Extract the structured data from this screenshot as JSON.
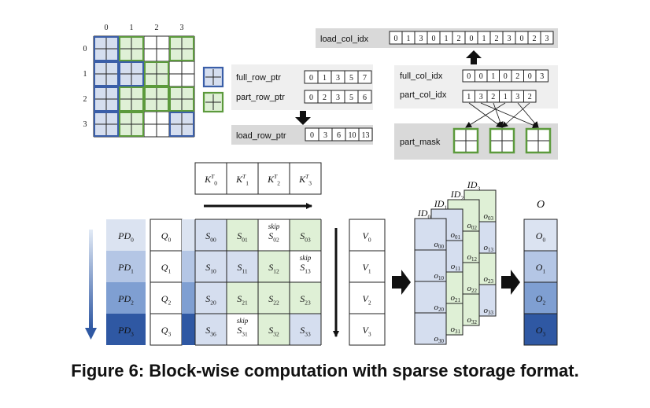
{
  "caption": "Figure 6: Block-wise computation with sparse storage format.",
  "mask_grid": {
    "col_labels": [
      "0",
      "1",
      "2",
      "3"
    ],
    "row_labels": [
      "0",
      "1",
      "2",
      "3"
    ],
    "blocks": [
      [
        "full",
        "part",
        "none",
        "part"
      ],
      [
        "full",
        "full",
        "part",
        "none"
      ],
      [
        "full",
        "part",
        "part",
        "part"
      ],
      [
        "full",
        "part",
        "none",
        "full"
      ]
    ]
  },
  "pointers": {
    "full_row_ptr": {
      "label": "full_row_ptr",
      "values": [
        "0",
        "1",
        "3",
        "5",
        "7"
      ]
    },
    "part_row_ptr": {
      "label": "part_row_ptr",
      "values": [
        "0",
        "2",
        "3",
        "5",
        "6"
      ]
    },
    "load_row_ptr": {
      "label": "load_row_ptr",
      "values": [
        "0",
        "3",
        "6",
        "10",
        "13"
      ]
    },
    "load_col_idx": {
      "label": "load_col_idx",
      "values": [
        "0",
        "1",
        "3",
        "0",
        "1",
        "2",
        "0",
        "1",
        "2",
        "3",
        "0",
        "2",
        "3"
      ]
    },
    "full_col_idx": {
      "label": "full_col_idx",
      "values": [
        "0",
        "0",
        "1",
        "0",
        "2",
        "0",
        "3"
      ]
    },
    "part_col_idx": {
      "label": "part_col_idx",
      "values": [
        "1",
        "3",
        "2",
        "1",
        "3",
        "2"
      ]
    },
    "part_mask_label": "part_mask"
  },
  "computation": {
    "kt": [
      {
        "base": "K",
        "sup": "T",
        "sub": "0"
      },
      {
        "base": "K",
        "sup": "T",
        "sub": "1"
      },
      {
        "base": "K",
        "sup": "T",
        "sub": "2"
      },
      {
        "base": "K",
        "sup": "T",
        "sub": "3"
      }
    ],
    "pd": [
      {
        "base": "PD",
        "sub": "0"
      },
      {
        "base": "PD",
        "sub": "1"
      },
      {
        "base": "PD",
        "sub": "2"
      },
      {
        "base": "PD",
        "sub": "3"
      }
    ],
    "q": [
      {
        "base": "Q",
        "sub": "0"
      },
      {
        "base": "Q",
        "sub": "1"
      },
      {
        "base": "Q",
        "sub": "2"
      },
      {
        "base": "Q",
        "sub": "3"
      }
    ],
    "s": [
      [
        {
          "base": "S",
          "sub": "00"
        },
        {
          "base": "S",
          "sub": "01"
        },
        {
          "base": "S",
          "sub": "02"
        },
        {
          "base": "S",
          "sub": "03"
        }
      ],
      [
        {
          "base": "S",
          "sub": "10"
        },
        {
          "base": "S",
          "sub": "11"
        },
        {
          "base": "S",
          "sub": "12"
        },
        {
          "base": "S",
          "sub": "13"
        }
      ],
      [
        {
          "base": "S",
          "sub": "20"
        },
        {
          "base": "S",
          "sub": "21"
        },
        {
          "base": "S",
          "sub": "22"
        },
        {
          "base": "S",
          "sub": "23"
        }
      ],
      [
        {
          "base": "S",
          "sub": "36"
        },
        {
          "base": "S",
          "sub": "31"
        },
        {
          "base": "S",
          "sub": "32"
        },
        {
          "base": "S",
          "sub": "33"
        }
      ]
    ],
    "s_types": [
      [
        "full",
        "part",
        "none",
        "part"
      ],
      [
        "full",
        "full",
        "part",
        "none"
      ],
      [
        "full",
        "part",
        "part",
        "part"
      ],
      [
        "full",
        "none",
        "part",
        "full"
      ]
    ],
    "skip_label": "skip",
    "v": [
      {
        "base": "V",
        "sub": "0"
      },
      {
        "base": "V",
        "sub": "1"
      },
      {
        "base": "V",
        "sub": "2"
      },
      {
        "base": "V",
        "sub": "3"
      }
    ],
    "id": [
      {
        "base": "ID",
        "sub": "0"
      },
      {
        "base": "ID",
        "sub": "1"
      },
      {
        "base": "ID",
        "sub": "2"
      },
      {
        "base": "ID",
        "sub": "3"
      }
    ],
    "o_stacks": [
      [
        "00",
        "10",
        "20",
        "30"
      ],
      [
        "01",
        "11",
        "21",
        "31"
      ],
      [
        "02",
        "12",
        "22",
        "32"
      ],
      [
        "03",
        "13",
        "23",
        "33"
      ]
    ],
    "o_title": "O",
    "o": [
      {
        "base": "O",
        "sub": "0"
      },
      {
        "base": "O",
        "sub": "1"
      },
      {
        "base": "O",
        "sub": "2"
      },
      {
        "base": "O",
        "sub": "3"
      }
    ]
  },
  "colors": {
    "full": "#d5deef",
    "part": "#dff0d6",
    "blue_border": "#3a5ea8",
    "green_border": "#5c9a3c",
    "gray_panel": "#d9d9d9",
    "light_panel": "#efefef",
    "pd_fills": [
      "#dbe3f1",
      "#b4c6e5",
      "#7f9fd2",
      "#2f58a3"
    ],
    "o_fills": [
      "#dbe3f1",
      "#b4c6e5",
      "#7f9fd2",
      "#2f58a3"
    ],
    "skip_red": "#e02020"
  }
}
